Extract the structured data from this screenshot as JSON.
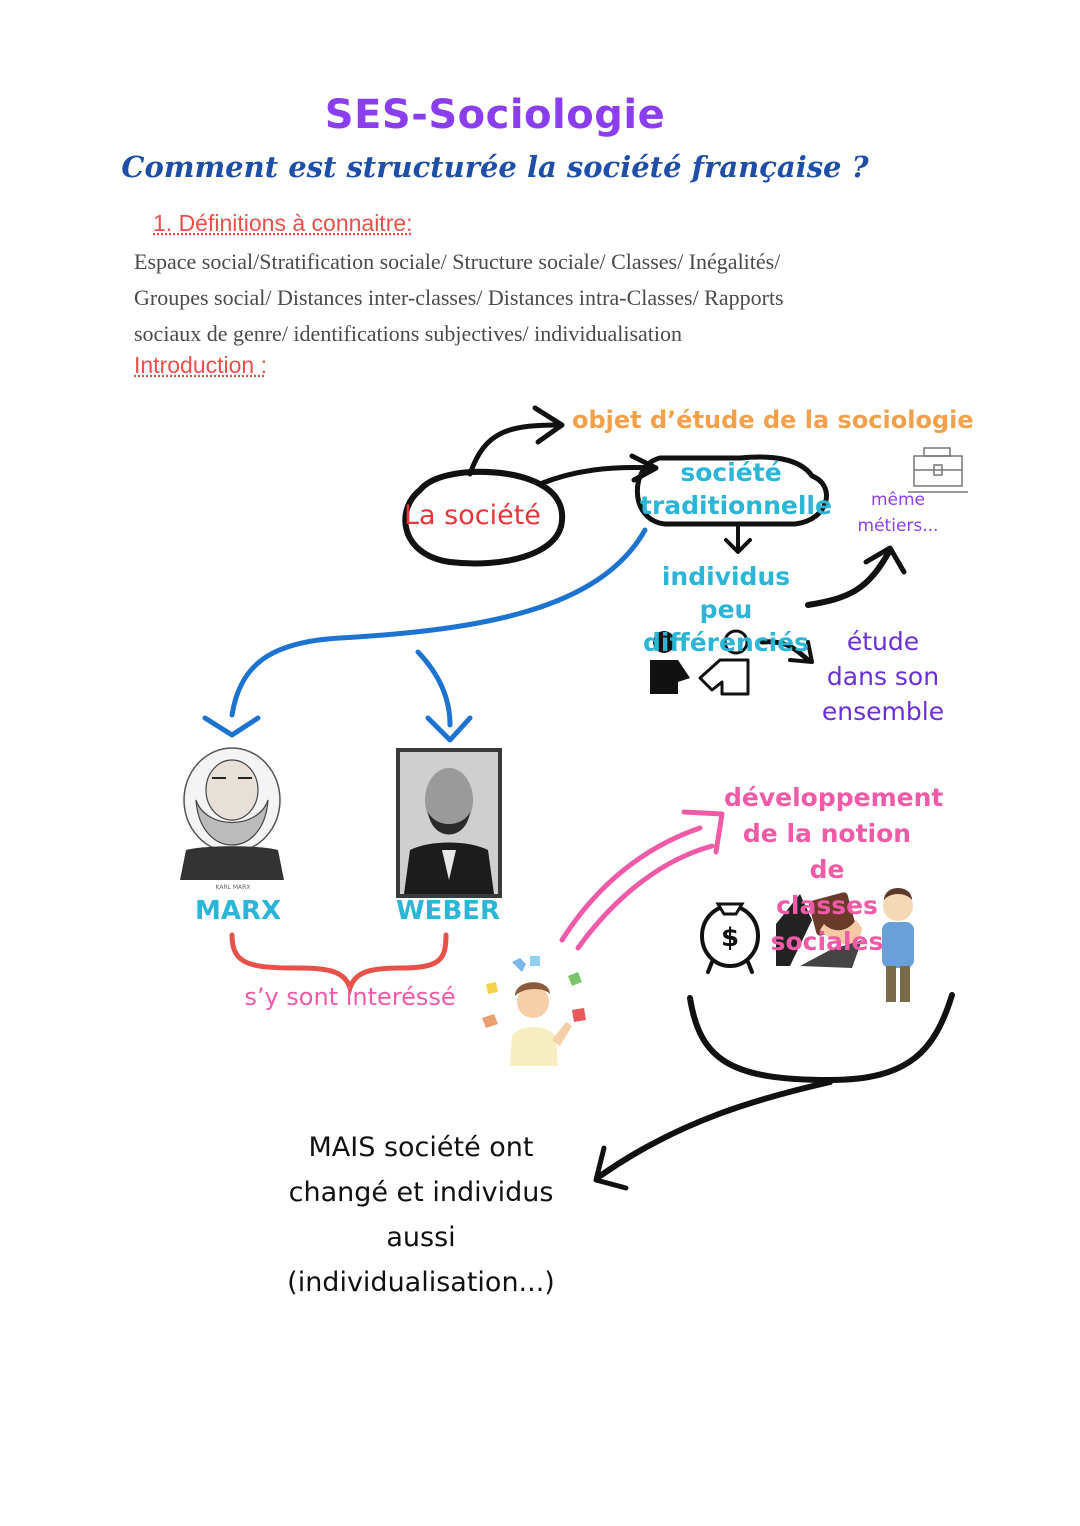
{
  "header": {
    "title": "SES-Sociologie",
    "subtitle": "Comment est structurée la société française ?"
  },
  "section1": {
    "heading": "1. Définitions à connaitre:",
    "definitions": [
      "Espace social/Stratification sociale/ Structure sociale/ Classes/ Inégalités/",
      "Groupes social/ Distances inter-classes/ Distances intra-Classes/ Rapports",
      "sociaux de genre/ identifications subjectives/ individualisation"
    ]
  },
  "introduction": {
    "heading": "Introduction :"
  },
  "diagram": {
    "objet": "objet d’étude de la sociologie",
    "la_societe": "La société",
    "societe_traditionnelle": [
      "société",
      "traditionnelle"
    ],
    "meme_metiers": [
      "même",
      "métiers..."
    ],
    "individus": [
      "individus peu",
      "différenciés"
    ],
    "etude": [
      "étude",
      "dans son",
      "ensemble"
    ],
    "marx": "MARX",
    "weber": "WEBER",
    "interesse": "s’y sont interéssé",
    "developpement": [
      "développement",
      "de la notion de",
      "classes sociales"
    ],
    "mais": [
      "MAIS société ont",
      "changé et individus",
      "aussi",
      "(individualisation...)"
    ],
    "marx_caption": "KARL MARX",
    "colors": {
      "purple": "#8b3df0",
      "blue": "#1f4ea8",
      "red": "#e8504a",
      "orange": "#f2a14a",
      "cyan": "#2bb5d6",
      "pink": "#f05aa7",
      "arrow_blue": "#1d74d0"
    }
  }
}
